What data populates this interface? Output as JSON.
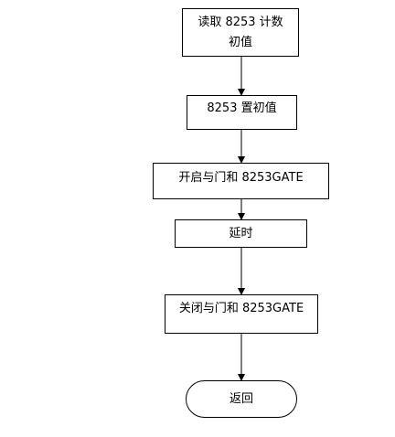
{
  "flowchart": {
    "steps": {
      "read_count": "读取 8253 计数初值",
      "set_initial": "8253 置初值",
      "open_gate": "开启与门和 8253GATE",
      "delay": "延时",
      "close_gate": "关闭与门和 8253GATE",
      "return": "返回"
    },
    "line_color": "#000000",
    "box_fill": "#ffffff"
  }
}
